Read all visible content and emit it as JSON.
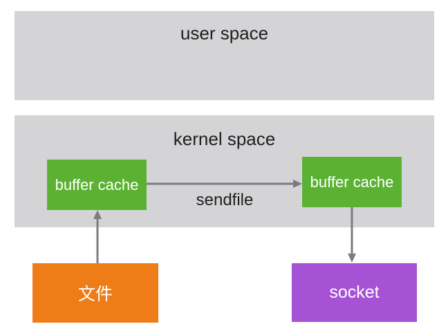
{
  "diagram": {
    "user_space": {
      "label": "user space"
    },
    "kernel_space": {
      "label": "kernel space"
    },
    "buffer_cache_left": {
      "label": "buffer cache"
    },
    "buffer_cache_right": {
      "label": "buffer cache"
    },
    "sendfile_arrow": {
      "label": "sendfile"
    },
    "file_box": {
      "label": "文件"
    },
    "socket_box": {
      "label": "socket"
    }
  },
  "colors": {
    "space_background": "#d4d4d7",
    "buffer_cache_background": "#5bb232",
    "file_background": "#ee7d18",
    "socket_background": "#a552d4",
    "arrow": "#7c7c80",
    "space_label_text": "#1f1f1f",
    "box_text": "#ffffff",
    "page_background": "#ffffff"
  }
}
